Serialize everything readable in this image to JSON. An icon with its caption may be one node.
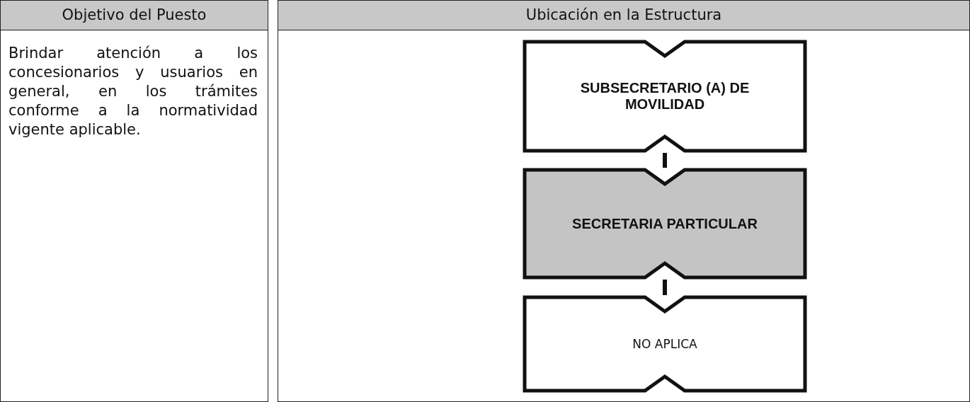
{
  "diagram": {
    "nodes": [
      {
        "text": [
          "SUBSECRETARIO (A) DE MOVILIDAD"
        ]
      },
      {
        "text": [
          "SECRETARIA PARTICULAR"
        ]
      },
      {
        "text": [
          "NO APLICA"
        ]
      }
    ],
    "edges": [
      {
        "from": 0,
        "to": 1,
        "arrow": "none"
      },
      {
        "from": 1,
        "to": 2,
        "arrow": "none"
      }
    ],
    "labels": [
      "Objetivo del Puesto",
      "Ubicación en la Estructura",
      "Brindar atención a los concesionarios y usuarios en general, en los trámites conforme a la normatividad vigente aplicable."
    ]
  }
}
